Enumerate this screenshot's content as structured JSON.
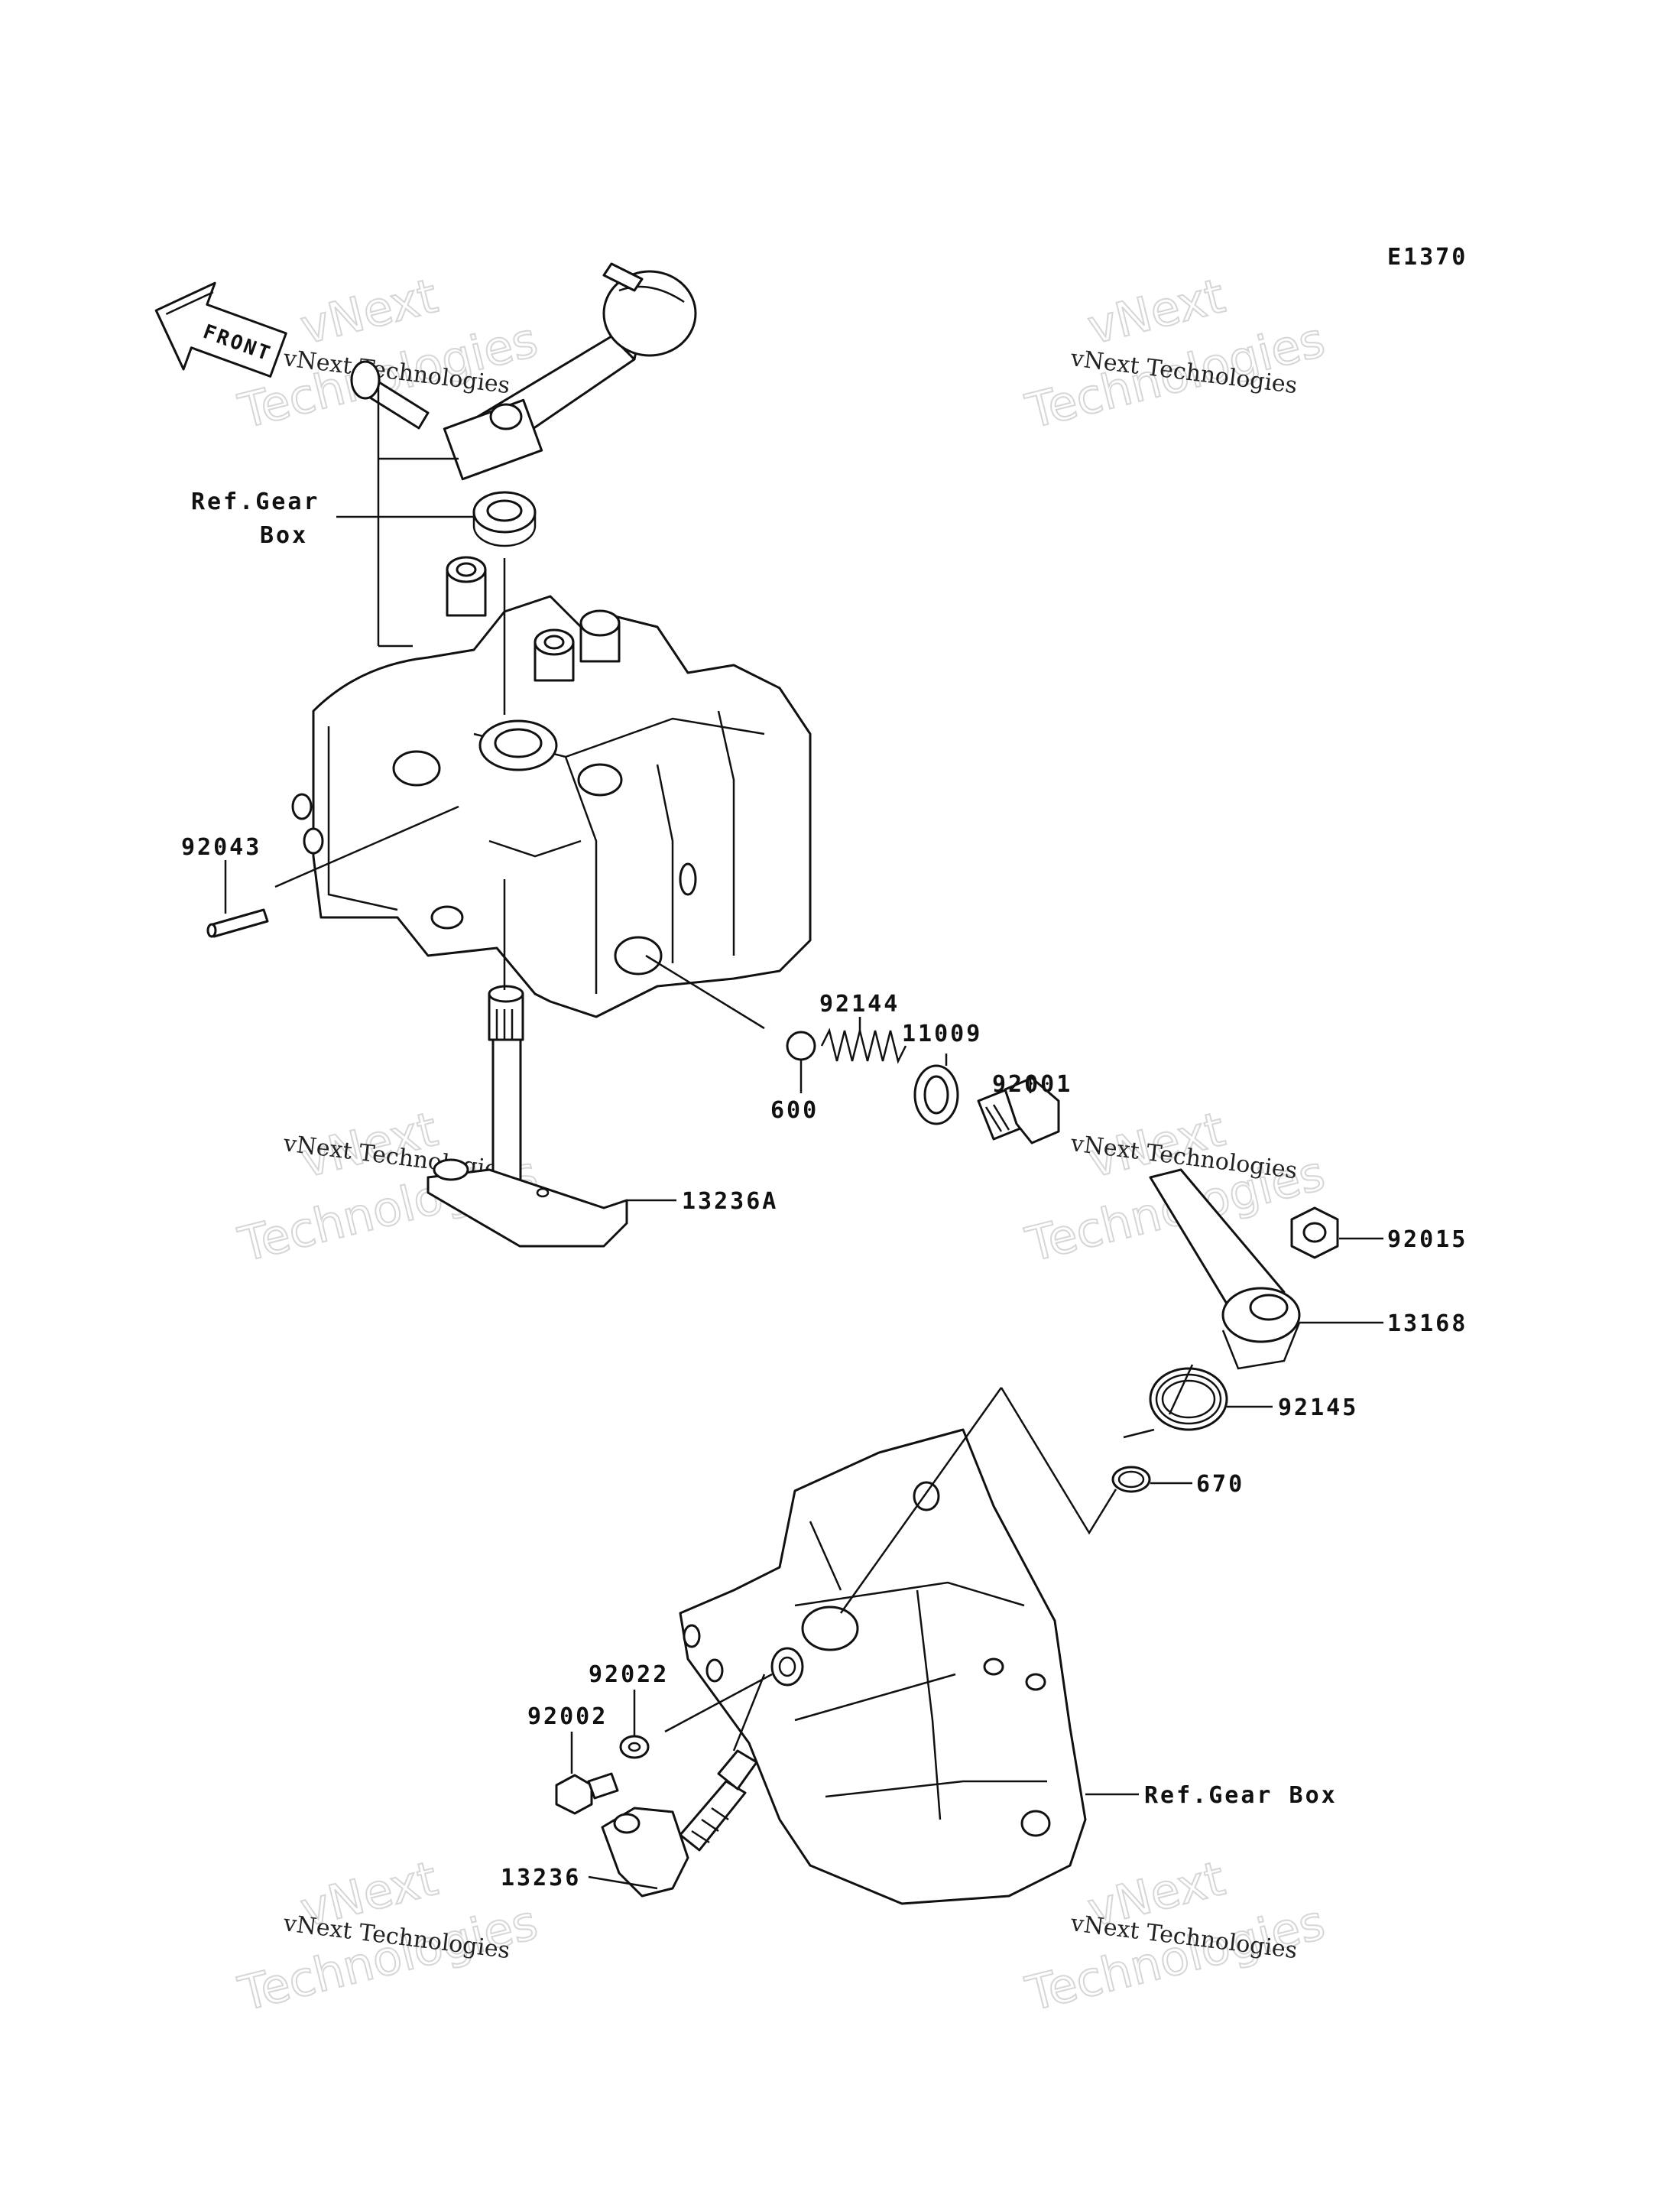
{
  "diagram_code": "E1370",
  "front_label": "FRONT",
  "watermark": {
    "line1": "vNext Technologies",
    "line2a": "vNext",
    "line2b": "Technologies"
  },
  "parts": [
    {
      "id": "ref-gear-box-top-line1",
      "label": "Ref.Gear"
    },
    {
      "id": "ref-gear-box-top-line2",
      "label": "Box"
    },
    {
      "id": "92043",
      "label": "92043"
    },
    {
      "id": "92144",
      "label": "92144"
    },
    {
      "id": "11009",
      "label": "11009"
    },
    {
      "id": "92001",
      "label": "92001"
    },
    {
      "id": "600",
      "label": "600"
    },
    {
      "id": "13236A",
      "label": "13236A"
    },
    {
      "id": "92015",
      "label": "92015"
    },
    {
      "id": "13168",
      "label": "13168"
    },
    {
      "id": "92145",
      "label": "92145"
    },
    {
      "id": "670",
      "label": "670"
    },
    {
      "id": "92022",
      "label": "92022"
    },
    {
      "id": "92002",
      "label": "92002"
    },
    {
      "id": "ref-gear-box-bottom",
      "label": "Ref.Gear Box"
    },
    {
      "id": "13236",
      "label": "13236"
    }
  ]
}
